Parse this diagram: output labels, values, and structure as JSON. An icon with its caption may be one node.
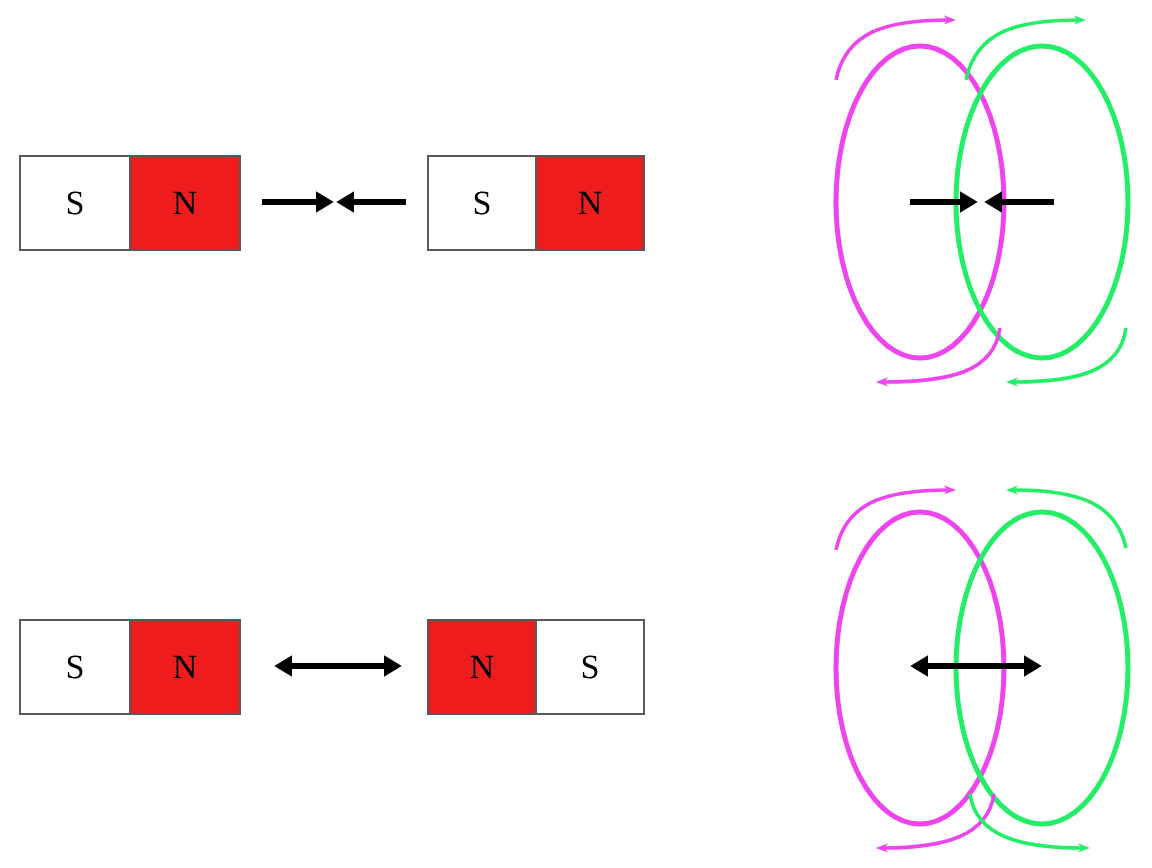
{
  "diagram": {
    "nodes": [
      {
        "text": [
          "S"
        ]
      },
      {
        "text": [
          "N"
        ]
      },
      {
        "text": [
          "S"
        ]
      },
      {
        "text": [
          "N"
        ]
      },
      {
        "text": [
          "S"
        ]
      },
      {
        "text": [
          "N"
        ]
      },
      {
        "text": [
          "N"
        ]
      },
      {
        "text": [
          "S"
        ]
      }
    ]
  }
}
